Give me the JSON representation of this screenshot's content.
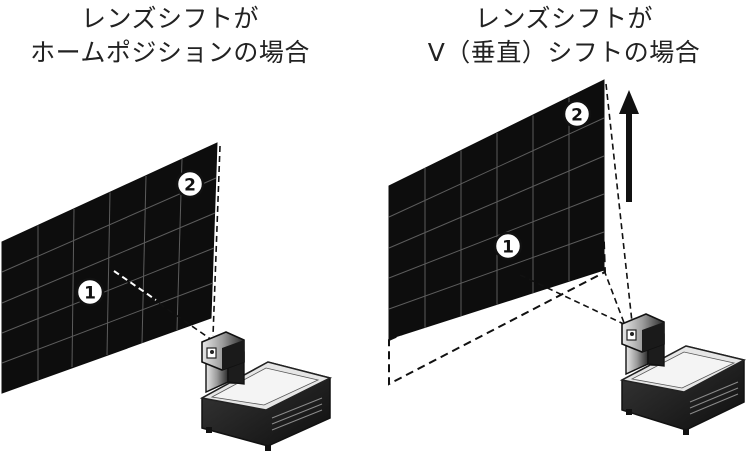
{
  "left_panel": {
    "title_line1": "レンズシフトが",
    "title_line2": "ホームポジションの場合",
    "marker_1": "1",
    "marker_2": "2"
  },
  "right_panel": {
    "title_line1": "レンズシフトが",
    "title_line2": "V（垂直）シフトの場合",
    "marker_1": "1",
    "marker_2": "2"
  },
  "colors": {
    "screen": "#0d0d0d",
    "grid": "#5a5a5a",
    "projector_body": "#1a1a1a",
    "outline": "#222222",
    "marker_fill": "#ffffff"
  },
  "icons": {
    "shift_direction": "up-arrow-icon",
    "device": "projector-icon"
  }
}
